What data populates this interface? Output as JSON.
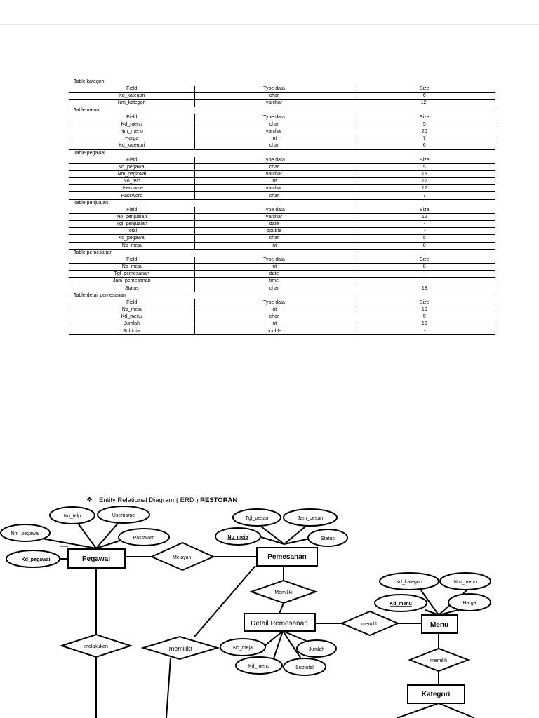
{
  "tables": [
    {
      "title": "Table kategori",
      "header": [
        "Field",
        "Type data",
        "Size"
      ],
      "rows": [
        [
          "Kd_kategori",
          "char",
          "6"
        ],
        [
          "Nm_kategori",
          "varchar",
          "12`"
        ]
      ]
    },
    {
      "title": "Table menu",
      "header": [
        "Field",
        "Type data",
        "Size"
      ],
      "rows": [
        [
          "Kd_menu",
          "char",
          "5"
        ],
        [
          "Nm_menu",
          "varchar",
          "20"
        ],
        [
          "Harga",
          "Int",
          "7"
        ],
        [
          "Kd_kategori",
          "char",
          "6"
        ]
      ]
    },
    {
      "title": "Table pegawai",
      "header": [
        "Field",
        "Type data",
        "Size"
      ],
      "rows": [
        [
          "Kd_pegawai",
          "char",
          "5"
        ],
        [
          "Nm_pegawai",
          "varchar",
          "15"
        ],
        [
          "No_telp",
          "int",
          "12"
        ],
        [
          "Username",
          "varchar",
          "12"
        ],
        [
          "Password",
          "char",
          "7"
        ]
      ]
    },
    {
      "title": "Table penjualan",
      "header": [
        "Field",
        "Type data",
        "Size"
      ],
      "rows": [
        [
          "No_penjualan",
          "varchar",
          "12"
        ],
        [
          "Tgl_penjualan",
          "date",
          "-"
        ],
        [
          "Total",
          "double",
          "-"
        ],
        [
          "Kd_pegawai",
          "char",
          "5"
        ],
        [
          "No_meja",
          "int",
          "8"
        ]
      ]
    },
    {
      "title": "Table pemesanan",
      "header": [
        "Field",
        "Type data",
        "Size"
      ],
      "rows": [
        [
          "No_meja",
          "int",
          "8"
        ],
        [
          "Tgl_pemesanan",
          "date",
          "-"
        ],
        [
          "Jam_pemesanan",
          "time",
          "-"
        ],
        [
          "Status",
          "char",
          "13"
        ]
      ]
    },
    {
      "title": "Table detail pemesanan",
      "header": [
        "Field",
        "Type data",
        "Size"
      ],
      "rows": [
        [
          "No_meja",
          "int",
          "10"
        ],
        [
          "Kd_menu",
          "char",
          "5"
        ],
        [
          "Jumlah",
          "int",
          "10"
        ],
        [
          "Subtotal",
          "double",
          "-"
        ]
      ]
    }
  ],
  "erd": {
    "bullet": "❖",
    "heading_prefix": "Entity Relational Diagram ( ERD ) ",
    "heading_bold": "RESTORAN",
    "entities": {
      "pegawai": "Pegawai",
      "pemesanan": "Pemesanan",
      "detail": "Detail Pemesanan",
      "menu": "Menu",
      "kategori": "Kategori"
    },
    "relationships": {
      "melayani": "Melayani",
      "memiliki_top": "Memiliki",
      "memilih": "memilih",
      "memilih_menu": "memilih",
      "melakukan": "melakukan",
      "memiliki_big": "memiliki"
    },
    "attributes": {
      "no_telp": "No_telp",
      "username": "Username",
      "nm_pegawai": "Nm_pegawai",
      "password": "Password",
      "kd_pegawai": "Kd_pegawai",
      "tgl_pesan": "Tgl_pesan",
      "jam_pesan": "Jam_pesan",
      "no_meja_pk": "No_meja",
      "status": "Status",
      "kd_kategori": "Kd_kategori",
      "nm_menu": "Nm_menu",
      "kd_menu_pk": "Kd_menu",
      "harga": "Harga",
      "no_meja": "No_meja",
      "jumlah": "Jumlah",
      "kd_menu": "Kd_menu",
      "subtotal": "Subtotal"
    }
  }
}
